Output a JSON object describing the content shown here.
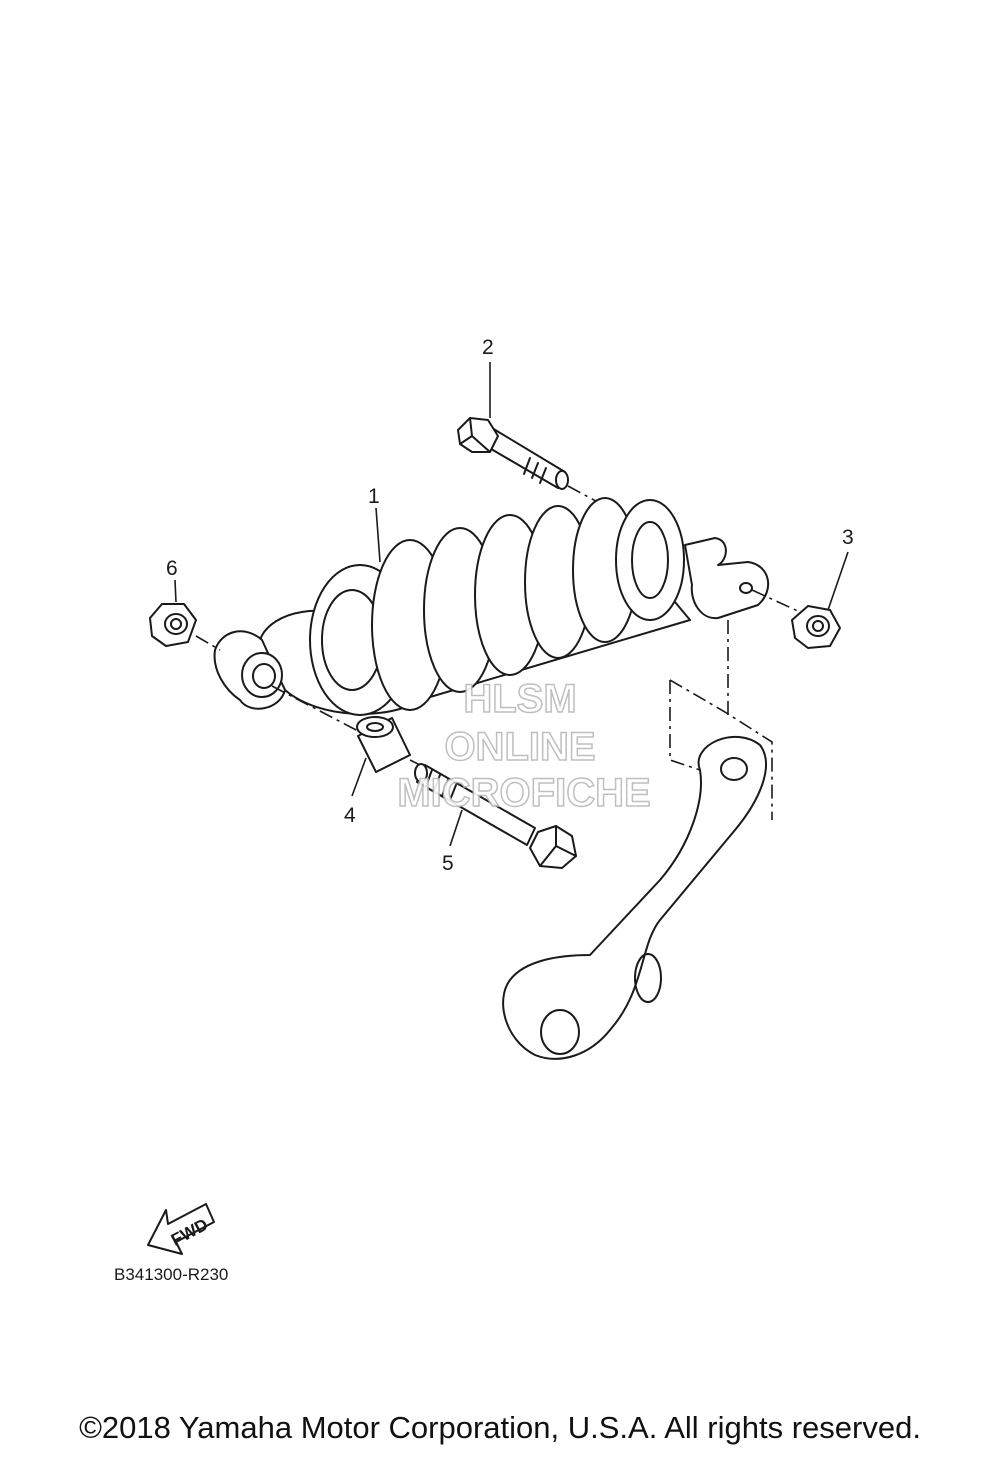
{
  "callouts": {
    "c1": "1",
    "c2": "2",
    "c3": "3",
    "c4": "4",
    "c5": "5",
    "c6": "6"
  },
  "watermark": {
    "line1": "HLSM",
    "line2": "ONLINE",
    "line3": "MICROFICHE"
  },
  "fwd_label": "FWD",
  "diagram_code": "B341300-R230",
  "copyright": "©2018 Yamaha Motor Corporation, U.S.A. All rights reserved."
}
